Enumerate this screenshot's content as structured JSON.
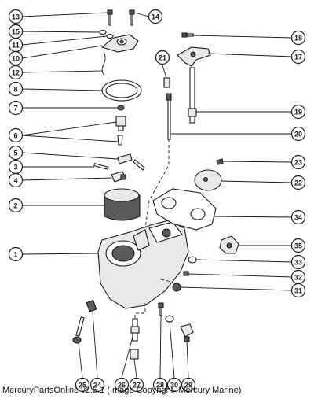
{
  "footer": {
    "text": "MercuryPartsOnline v2.5.1 (Image Copyright- Mercury Marine)"
  },
  "callouts": [
    {
      "id": "c13",
      "label": "13"
    },
    {
      "id": "c14",
      "label": "14"
    },
    {
      "id": "c15",
      "label": "15"
    },
    {
      "id": "c11",
      "label": "11"
    },
    {
      "id": "c10",
      "label": "10"
    },
    {
      "id": "c12",
      "label": "12"
    },
    {
      "id": "c8",
      "label": "8"
    },
    {
      "id": "c7",
      "label": "7"
    },
    {
      "id": "c6",
      "label": "6"
    },
    {
      "id": "c5",
      "label": "5"
    },
    {
      "id": "c3",
      "label": "3"
    },
    {
      "id": "c4",
      "label": "4"
    },
    {
      "id": "c2",
      "label": "2"
    },
    {
      "id": "c1",
      "label": "1"
    },
    {
      "id": "c18",
      "label": "18"
    },
    {
      "id": "c17",
      "label": "17"
    },
    {
      "id": "c21",
      "label": "21"
    },
    {
      "id": "c19",
      "label": "19"
    },
    {
      "id": "c20",
      "label": "20"
    },
    {
      "id": "c23",
      "label": "23"
    },
    {
      "id": "c22",
      "label": "22"
    },
    {
      "id": "c34",
      "label": "34"
    },
    {
      "id": "c35",
      "label": "35"
    },
    {
      "id": "c33",
      "label": "33"
    },
    {
      "id": "c32",
      "label": "32"
    },
    {
      "id": "c31",
      "label": "31"
    },
    {
      "id": "c25",
      "label": "25"
    },
    {
      "id": "c24",
      "label": "24"
    },
    {
      "id": "c26",
      "label": "26"
    },
    {
      "id": "c27",
      "label": "27"
    },
    {
      "id": "c28",
      "label": "28"
    },
    {
      "id": "c30",
      "label": "30"
    },
    {
      "id": "c29",
      "label": "29"
    }
  ]
}
